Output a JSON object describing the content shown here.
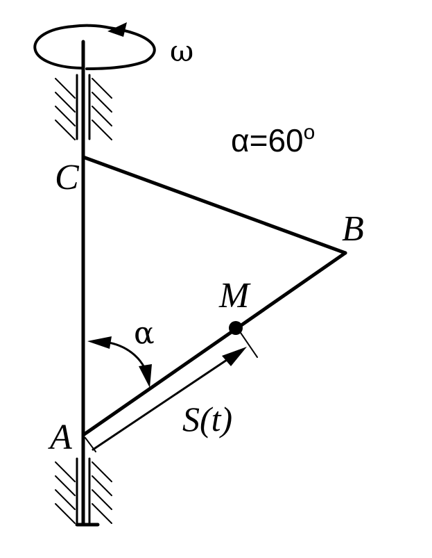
{
  "labels": {
    "omega": "ω",
    "alpha_eq_prefix": "α=60",
    "alpha_eq_degree": "o",
    "point_c": "C",
    "point_b": "B",
    "point_m": "M",
    "point_a": "A",
    "angle_alpha": "α",
    "arc_length": "S(t)"
  },
  "colors": {
    "ink": "#000000",
    "background": "#ffffff"
  }
}
